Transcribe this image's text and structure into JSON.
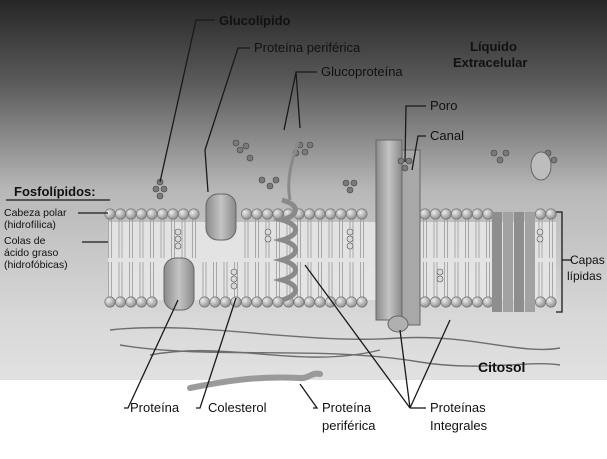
{
  "labels": {
    "glucolipido": "Glucolípido",
    "proteina_periferica_top": "Proteína periférica",
    "glucoproteina": "Glucoproteína",
    "liquido_line1": "Líquido",
    "liquido_line2": "Extracelular",
    "poro": "Poro",
    "canal": "Canal",
    "fosfolipidos": "Fosfolípidos:",
    "cabeza_line1": "Cabeza polar",
    "cabeza_line2": "(hidrofílica)",
    "colas_line1": "Colas de",
    "colas_line2": "ácido graso",
    "colas_line3": "(hidrofóbicas)",
    "capas_line1": "Capas",
    "capas_line2": "lípidas",
    "citosol": "Citosol",
    "proteina": "Proteína",
    "colesterol": "Colesterol",
    "proteina_periferica_bottom_line1": "Proteína",
    "proteina_periferica_bottom_line2": "periférica",
    "proteinas_integrales_line1": "Proteínas",
    "proteinas_integrales_line2": "Integrales"
  },
  "colors": {
    "background_top": "#2a2a2a",
    "background_bottom": "#e6e6e6",
    "head": "#bdbdbd",
    "head_edge": "#6a6a6a",
    "protein": "#9a9a9a",
    "line": "#1a1a1a"
  }
}
